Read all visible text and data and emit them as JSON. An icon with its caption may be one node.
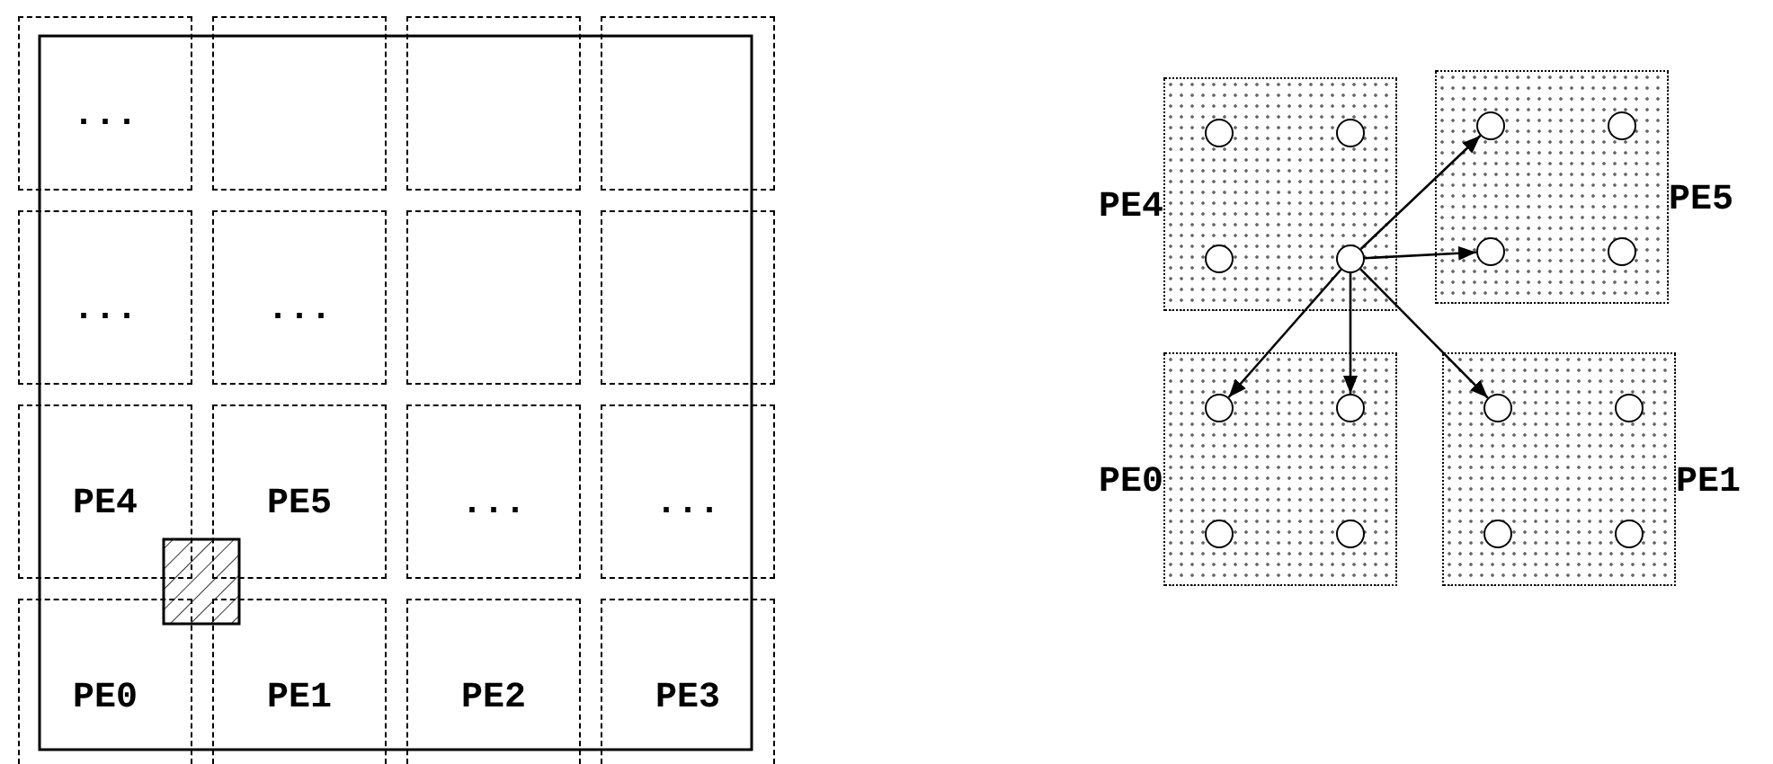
{
  "diagram": {
    "nodes": [
      {
        "text": [
          "..."
        ]
      },
      {
        "text": [],
        "shape": "box"
      },
      {
        "text": [],
        "shape": "box"
      },
      {
        "text": [],
        "shape": "box"
      },
      {
        "text": [
          "..."
        ]
      },
      {
        "text": [
          "..."
        ]
      },
      {
        "text": [],
        "shape": "box"
      },
      {
        "text": [],
        "shape": "box"
      },
      {
        "text": [
          "PE4"
        ]
      },
      {
        "text": [
          "PE5"
        ]
      },
      {
        "text": [
          "..."
        ]
      },
      {
        "text": [
          "..."
        ]
      },
      {
        "text": [
          "PE0"
        ]
      },
      {
        "text": [
          "PE1"
        ]
      },
      {
        "text": [
          "PE2"
        ]
      },
      {
        "text": [
          "PE3"
        ]
      },
      {
        "text": [
          "PE4"
        ]
      },
      {
        "text": [],
        "shape": "circle",
        "in": 16
      },
      {
        "text": [],
        "shape": "circle",
        "in": 16
      },
      {
        "text": [],
        "shape": "circle",
        "in": 16
      },
      {
        "text": [],
        "shape": "circle",
        "in": 16
      },
      {
        "text": [
          "PE5"
        ]
      },
      {
        "text": [],
        "shape": "circle",
        "in": 21
      },
      {
        "text": [],
        "shape": "circle",
        "in": 21
      },
      {
        "text": [],
        "shape": "circle",
        "in": 21
      },
      {
        "text": [],
        "shape": "circle",
        "in": 21
      },
      {
        "text": [
          "PE0"
        ]
      },
      {
        "text": [],
        "shape": "circle",
        "in": 26
      },
      {
        "text": [],
        "shape": "circle",
        "in": 26
      },
      {
        "text": [],
        "shape": "circle",
        "in": 26
      },
      {
        "text": [],
        "shape": "circle",
        "in": 26
      },
      {
        "text": [
          "PE1"
        ]
      },
      {
        "text": [],
        "shape": "circle",
        "in": 31
      },
      {
        "text": [],
        "shape": "circle",
        "in": 31
      },
      {
        "text": [],
        "shape": "circle",
        "in": 31
      },
      {
        "text": [],
        "shape": "circle",
        "in": 31
      }
    ],
    "edges": [
      {
        "from": 20,
        "to": 22,
        "arrow": "to"
      },
      {
        "from": 20,
        "to": 24,
        "arrow": "to"
      },
      {
        "from": 20,
        "to": 27,
        "arrow": "to"
      },
      {
        "from": 20,
        "to": 28,
        "arrow": "to"
      },
      {
        "from": 20,
        "to": 32,
        "arrow": "to"
      }
    ]
  }
}
